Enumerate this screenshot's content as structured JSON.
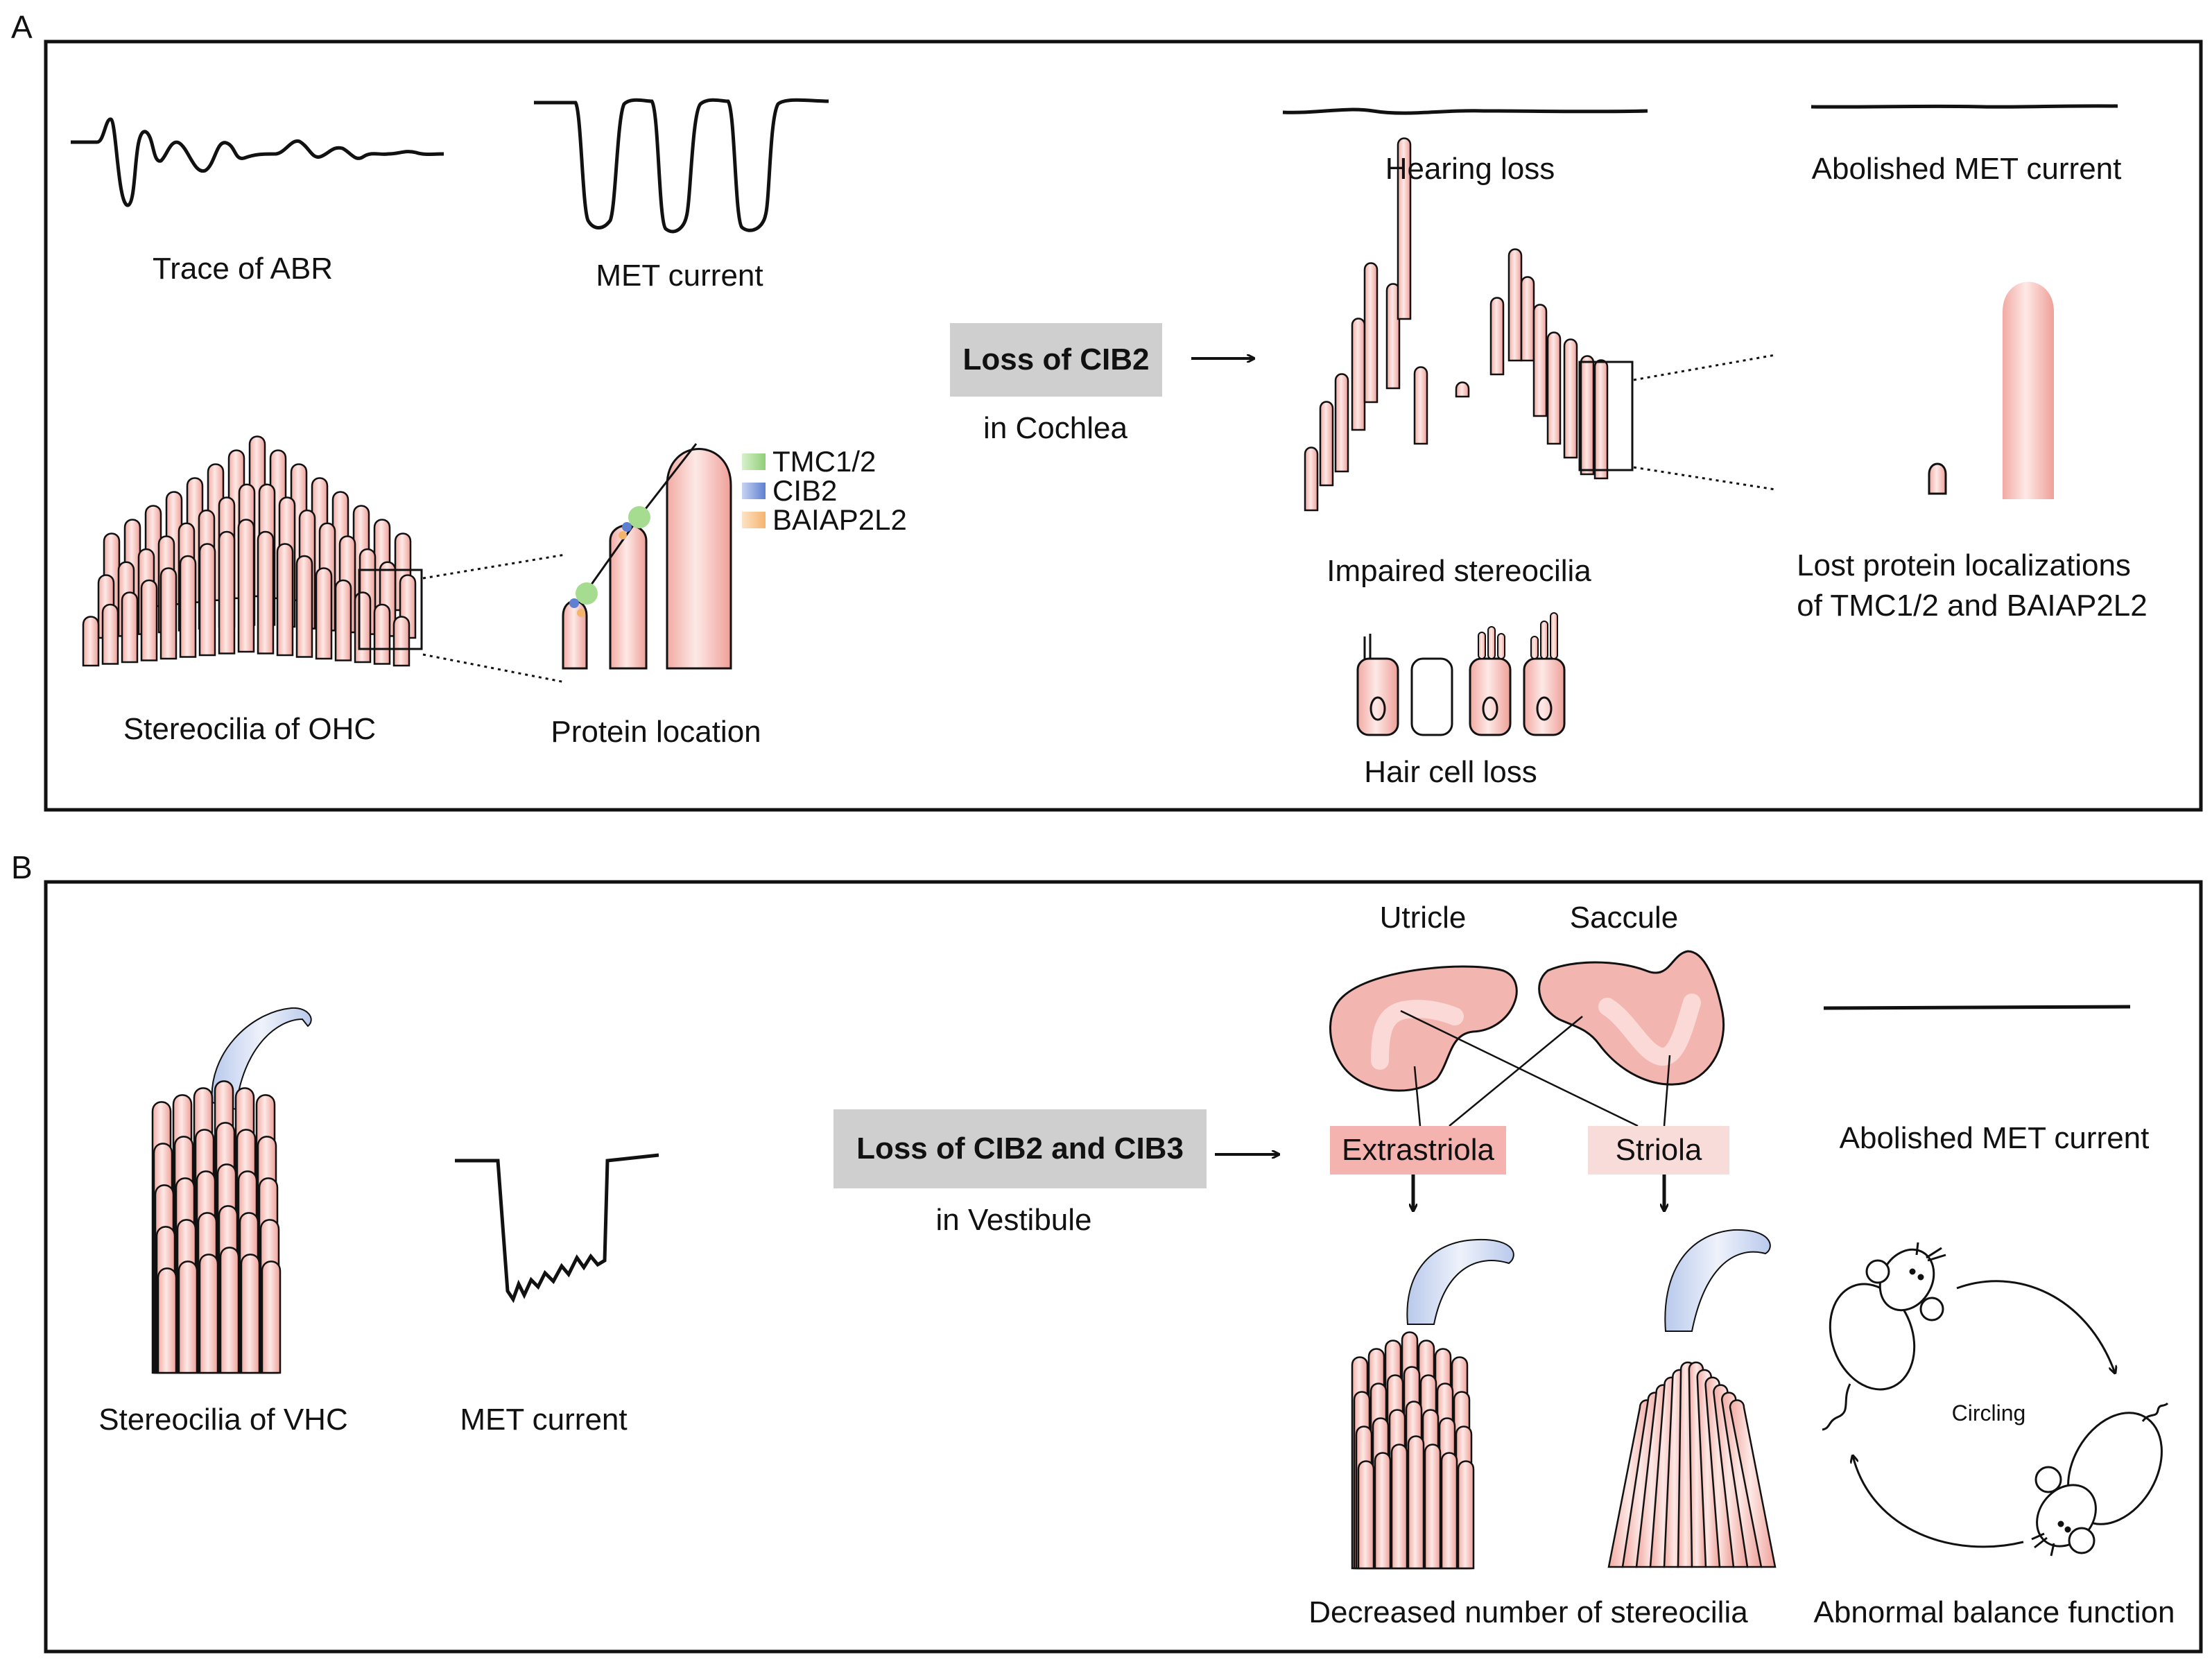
{
  "panels": [
    {
      "letter": "A"
    },
    {
      "letter": "B"
    }
  ],
  "panel_a": {
    "trace_abr": "Trace of ABR",
    "met_current": "MET current",
    "stereocilia_ohc": "Stereocilia of OHC",
    "protein_location": "Protein location",
    "legend": [
      {
        "label": "TMC1/2",
        "color": "#9ed68a"
      },
      {
        "label": "CIB2",
        "color": "#6f8fd8"
      },
      {
        "label": "BAIAP2L2",
        "color": "#f5b877"
      }
    ],
    "loss_box": "Loss of CIB2",
    "loss_sub": "in Cochlea",
    "hearing_loss": "Hearing loss",
    "abolished_met": "Abolished MET current",
    "impaired_stereocilia": "Impaired stereocilia",
    "lost_protein_line1": "Lost protein localizations",
    "lost_protein_line2": "of TMC1/2 and BAIAP2L2",
    "hair_cell_loss": "Hair cell loss"
  },
  "panel_b": {
    "stereocilia_vhc": "Stereocilia of VHC",
    "met_current": "MET current",
    "loss_box": "Loss of CIB2 and CIB3",
    "loss_sub": "in Vestibule",
    "utricle": "Utricle",
    "saccule": "Saccule",
    "extrastriola": "Extrastriola",
    "striola": "Striola",
    "abolished_met": "Abolished MET current",
    "circling": "Circling",
    "decreased": "Decreased number of stereocilia",
    "abnormal_balance": "Abnormal balance function"
  },
  "colors": {
    "cilia_fill": "#f4b6b0",
    "cilia_highlight": "#fde9e6",
    "kinocilium": "#c9d6f0",
    "organ_fill": "#f2b5b0",
    "organ_band": "#fbd9d6",
    "extrastriola_box": "#f4b3ae",
    "striola_box": "#f8dcda",
    "grey_box": "#cfcfcf"
  }
}
